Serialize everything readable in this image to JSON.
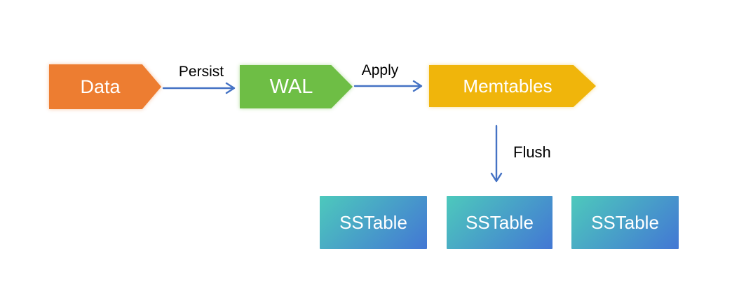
{
  "nodes": {
    "data": {
      "label": "Data"
    },
    "wal": {
      "label": "WAL"
    },
    "memtables": {
      "label": "Memtables"
    }
  },
  "edges": {
    "persist": {
      "label": "Persist"
    },
    "apply": {
      "label": "Apply"
    },
    "flush": {
      "label": "Flush"
    }
  },
  "sstables": [
    {
      "label": "SSTable"
    },
    {
      "label": "SSTable"
    },
    {
      "label": "SSTable"
    }
  ],
  "colors": {
    "node_data": "#ED7D31",
    "node_wal": "#6EBE45",
    "node_memtables": "#F0B50B",
    "arrow": "#4472C4",
    "shape_text": "#FFFFFF",
    "label_text": "#000000",
    "sstable_start": "#4DC9BC",
    "sstable_end": "#4377D4",
    "background": "#FFFFFF"
  }
}
